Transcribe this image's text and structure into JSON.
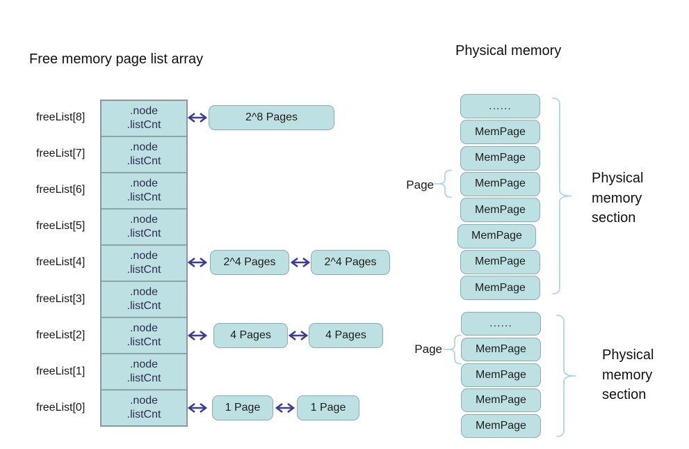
{
  "title_left": "Free memory page list array",
  "title_right": "Physical memory",
  "free_list": {
    "cell_lines": [
      ".node",
      ".listCnt"
    ],
    "rows": [
      {
        "label": "freeList[8]",
        "pages": [
          "2^8 Pages"
        ]
      },
      {
        "label": "freeList[7]",
        "pages": []
      },
      {
        "label": "freeList[6]",
        "pages": []
      },
      {
        "label": "freeList[5]",
        "pages": []
      },
      {
        "label": "freeList[4]",
        "pages": [
          "2^4 Pages",
          "2^4 Pages"
        ]
      },
      {
        "label": "freeList[3]",
        "pages": []
      },
      {
        "label": "freeList[2]",
        "pages": [
          "4 Pages",
          "4 Pages"
        ]
      },
      {
        "label": "freeList[1]",
        "pages": []
      },
      {
        "label": "freeList[0]",
        "pages": [
          "1 Page",
          "1 Page"
        ]
      }
    ]
  },
  "physical_memory": {
    "sections": [
      {
        "page_label": "Page",
        "section_label_lines": [
          "Physical",
          "memory",
          "section"
        ],
        "boxes": [
          "......",
          "MemPage",
          "MemPage",
          "MemPage",
          "MemPage",
          "MemPage",
          "MemPage",
          "MemPage"
        ],
        "page_brace_box_index": 3
      },
      {
        "page_label": "Page",
        "section_label_lines": [
          "Physical",
          "memory",
          "section"
        ],
        "boxes": [
          "......",
          "MemPage",
          "MemPage",
          "MemPage",
          "MemPage"
        ],
        "page_brace_box_index": 1
      }
    ]
  },
  "colors": {
    "box_fill": "#bde0e3",
    "box_border": "#8cabaf",
    "arrow": "#3c3c98",
    "brace": "#b0d4e7"
  }
}
